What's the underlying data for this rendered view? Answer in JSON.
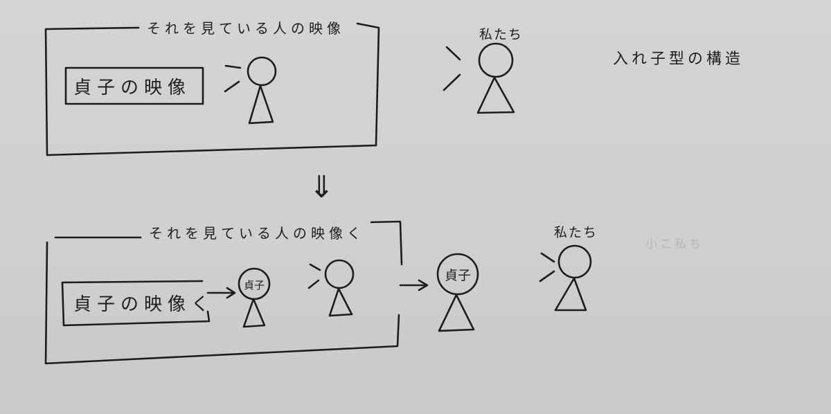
{
  "top_frame": {
    "title": "それを見ている人の映像",
    "inner_box_label": "貞子の映像"
  },
  "top_viewer": {
    "label": "私たち"
  },
  "structure_note": "入れ子型の構造",
  "transition_arrow": "⇓",
  "bottom_frame": {
    "title": "それを見ている人の映像く",
    "inner_box_label": "貞子の映像く",
    "sadako_head_label": "貞子"
  },
  "emerged_figure": {
    "head_label": "貞子"
  },
  "bottom_viewer": {
    "label": "私たち"
  },
  "faint_text": "小こ私ち"
}
